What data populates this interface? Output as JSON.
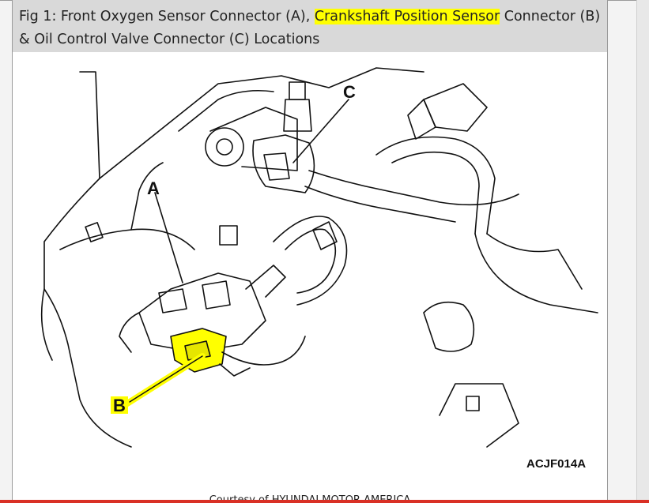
{
  "caption": {
    "prefix": "Fig 1: Front Oxygen Sensor Connector (A), ",
    "highlight": "Crankshaft Position Sensor",
    "suffix": " Connector (B) & Oil Control Valve Connector (C) Locations"
  },
  "callouts": {
    "a": "A",
    "b": "B",
    "c": "C"
  },
  "figure_code": "ACJF014A",
  "courtesy": "Courtesy of HYUNDAI MOTOR AMERICA",
  "colors": {
    "highlight": "#ffff00",
    "caption_bg": "#d9d9d9",
    "bottom_bar": "#d93025"
  }
}
